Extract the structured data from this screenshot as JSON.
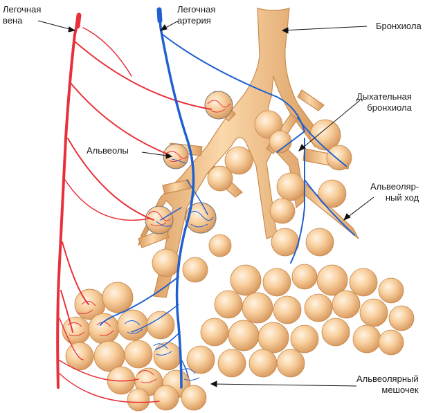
{
  "labels": {
    "pulmonary_vein": [
      "Легочная",
      "вена"
    ],
    "pulmonary_artery": [
      "Легочная",
      "артерия"
    ],
    "bronchiole": "Бронхиола",
    "respiratory_bronchiole": [
      "Дыхательная",
      "бронхиола"
    ],
    "alveoli": "Альвеолы",
    "alveolar_duct": [
      "Альвеоляр-",
      "ный ход"
    ],
    "alveolar_sac": [
      "Альвеолярный",
      "мешочек"
    ]
  },
  "colors": {
    "vein": "#e8303a",
    "artery": "#1f5fd0",
    "tissue": "#f6c890",
    "tissue_dark": "#d99a5c",
    "leader": "#111111"
  }
}
